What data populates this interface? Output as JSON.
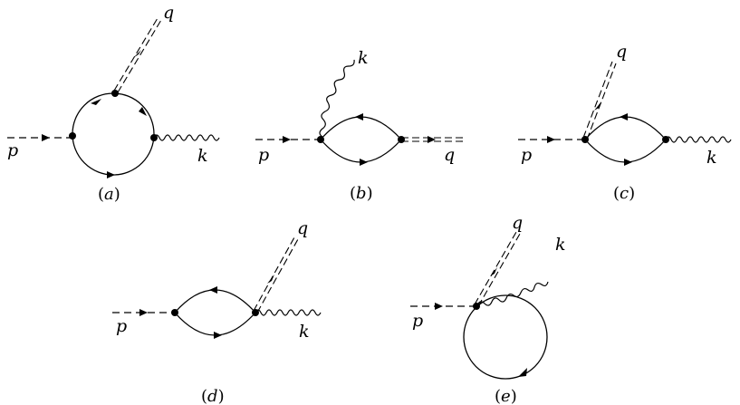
{
  "diagrams": [
    {
      "id": "a",
      "caption": "a",
      "labels": {
        "p": "p",
        "q": "q",
        "k": "k"
      }
    },
    {
      "id": "b",
      "caption": "b",
      "labels": {
        "p": "p",
        "q": "q",
        "k": "k"
      }
    },
    {
      "id": "c",
      "caption": "c",
      "labels": {
        "p": "p",
        "q": "q",
        "k": "k"
      }
    },
    {
      "id": "d",
      "caption": "d",
      "labels": {
        "p": "p",
        "q": "q",
        "k": "k"
      }
    },
    {
      "id": "e",
      "caption": "e",
      "labels": {
        "p": "p",
        "q": "q",
        "k": "k"
      }
    }
  ],
  "line_styles": {
    "p": "dashed",
    "q": "double-dashed",
    "k": "wavy",
    "loop": "solid with arrows"
  }
}
